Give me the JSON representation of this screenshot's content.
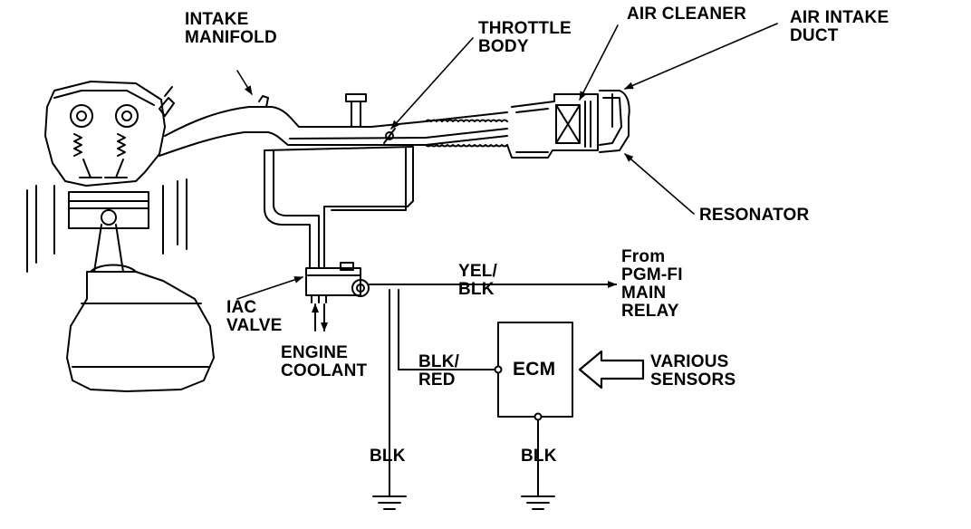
{
  "labels": {
    "intake_manifold": [
      "INTAKE",
      "MANIFOLD"
    ],
    "throttle_body": [
      "THROTTLE",
      "BODY"
    ],
    "air_cleaner": [
      "AIR CLEANER"
    ],
    "air_intake_duct": [
      "AIR INTAKE",
      "DUCT"
    ],
    "resonator": [
      "RESONATOR"
    ],
    "from_pgm_fi": [
      "From",
      "PGM-FI",
      "MAIN",
      "RELAY"
    ],
    "yel_blk": [
      "YEL/",
      "BLK"
    ],
    "iac_valve": [
      "IAC",
      "VALVE"
    ],
    "engine_coolant": [
      "ENGINE",
      "COOLANT"
    ],
    "blk_red": [
      "BLK/",
      "RED"
    ],
    "ecm": "ECM",
    "various_sensors": [
      "VARIOUS",
      "SENSORS"
    ],
    "blk_left": "BLK",
    "blk_right": "BLK"
  },
  "colors": {
    "ink": "#000000",
    "paper": "#ffffff"
  }
}
